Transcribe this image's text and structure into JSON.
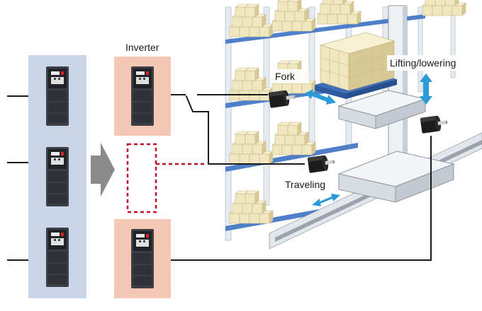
{
  "labels": {
    "inverter": "Inverter",
    "fork": "Fork",
    "lifting": "Lifting/lowering",
    "traveling": "Traveling"
  },
  "colors": {
    "left_panel": "#c9d5e8",
    "inverter_panel": "#f4c8b4",
    "dashed_red": "#c0102a",
    "arrow_blue": "#2a9ad8",
    "shift_arrow": "#8a8a8a",
    "rack_blue": "#4f7fc9",
    "box": "#efe4b8",
    "motor": "#1c1c1c"
  },
  "icons": {
    "inverter_unit": "inverter-unit-icon",
    "motor": "servo-motor-icon",
    "shift": "arrow-right-icon",
    "motion": "double-arrow-icon"
  }
}
